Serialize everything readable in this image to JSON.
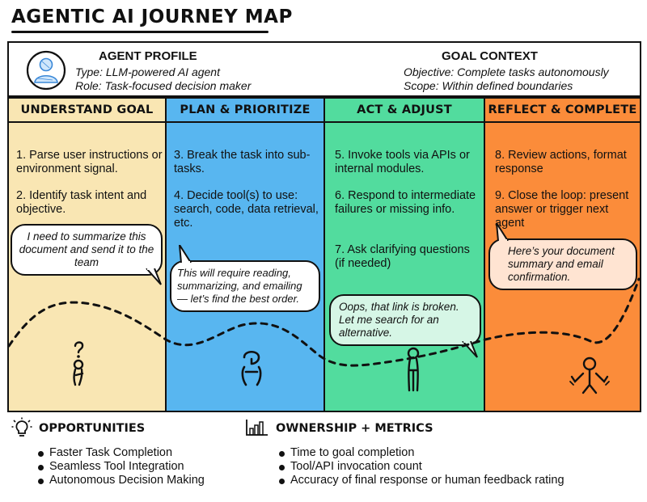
{
  "title": "AGENTIC AI JOURNEY MAP",
  "profile": {
    "heading": "AGENT PROFILE",
    "type": "Type: LLM-powered AI agent",
    "role": "Role: Task-focused decision maker",
    "icon": "person-avatar-icon"
  },
  "goal": {
    "heading": "GOAL CONTEXT",
    "objective": "Objective: Complete tasks autonomously",
    "scope": "Scope: Within defined boundaries"
  },
  "stages": [
    {
      "title": "UNDERSTAND GOAL",
      "color": "#f9e6b3",
      "steps": [
        "1. Parse user instructions or environment signal.",
        "2. Identify task intent and objective."
      ],
      "bubble": "I need to summarize this document and send it to the team",
      "figure": "confused-person-icon"
    },
    {
      "title": "PLAN & PRIORITIZE",
      "color": "#58b6f0",
      "steps": [
        "3. Break the task into sub-tasks.",
        "4. Decide tool(s) to use: search, code, data retrieval, etc."
      ],
      "bubble": "This will require reading, summarizing, and emailing — let’s find the best order.",
      "figure": "thinking-person-icon"
    },
    {
      "title": "ACT & ADJUST",
      "color": "#52dc9e",
      "steps": [
        "5. Invoke tools via APIs or internal modules.",
        "6. Respond to intermediate failures or missing info.",
        "7. Ask clarifying questions (if needed)"
      ],
      "bubble": "Oops, that link is broken. Let me search for an alternative.",
      "figure": "standing-person-icon"
    },
    {
      "title": "REFLECT & COMPLETE",
      "color": "#fb8c3a",
      "steps": [
        "8. Review actions, format response",
        "9. Close the loop: present answer or trigger next agent"
      ],
      "bubble": "Here’s your document summary and email confirmation.",
      "figure": "celebrating-person-icon"
    }
  ],
  "opportunities": {
    "heading": "OPPORTUNITIES",
    "icon": "lightbulb-icon",
    "items": [
      "Faster Task Completion",
      "Seamless Tool Integration",
      "Autonomous Decision Making"
    ]
  },
  "metrics": {
    "heading": "OWNERSHIP + METRICS",
    "icon": "bar-chart-icon",
    "items": [
      "Time to goal completion",
      "Tool/API invocation count",
      "Accuracy of final response or human feedback rating"
    ]
  }
}
